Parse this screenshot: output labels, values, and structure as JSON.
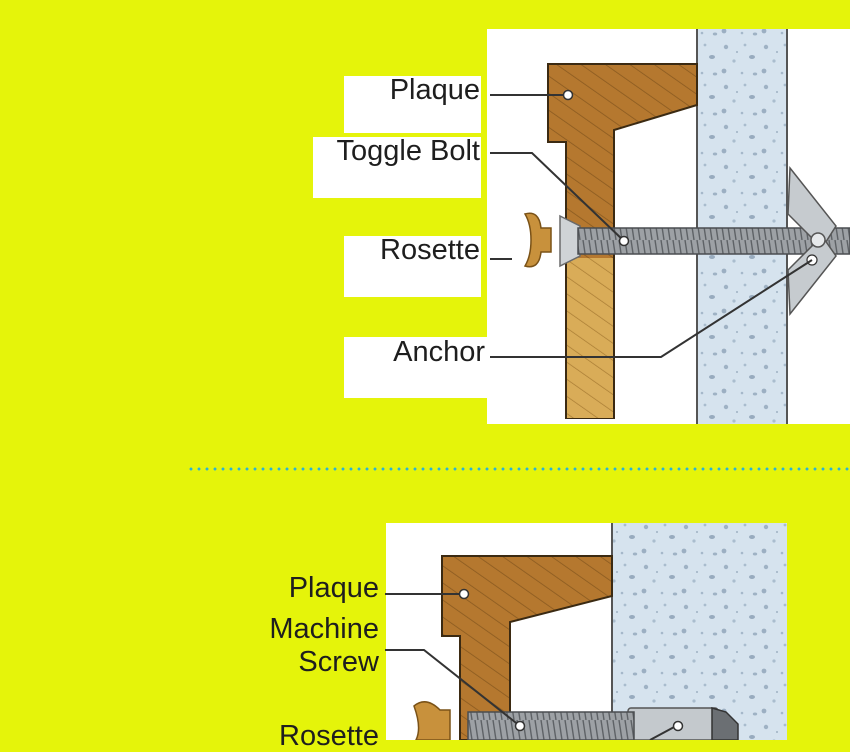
{
  "top_figure": {
    "labels": {
      "plaque": "Plaque",
      "toggle_bolt": "Toggle Bolt",
      "rosette": "Rosette",
      "anchor": "Anchor"
    }
  },
  "bottom_figure": {
    "labels": {
      "plaque": "Plaque",
      "machine_screw_line1": "Machine",
      "machine_screw_line2": "Screw",
      "rosette": "Rosette"
    }
  },
  "colors": {
    "background": "#e5f40a",
    "wood": "#b5782f",
    "concrete": "#d6e3ee",
    "divider_dots": "#2bb3d6"
  }
}
